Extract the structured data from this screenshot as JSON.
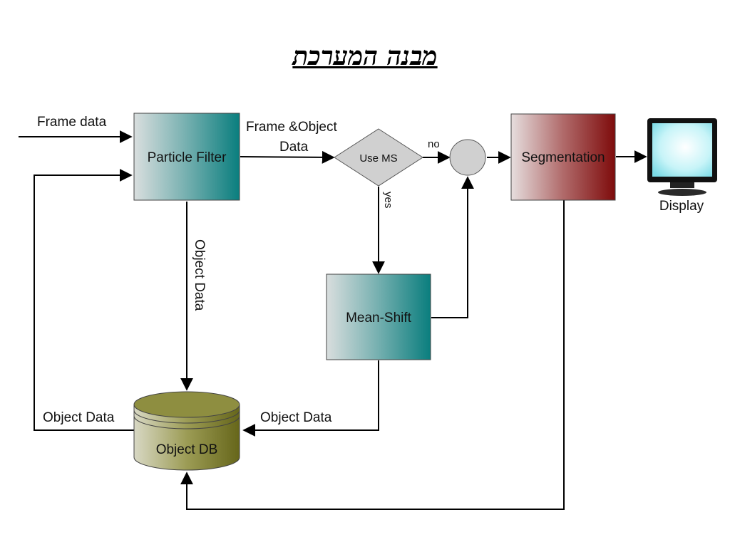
{
  "title": "מבנה המערכת",
  "nodes": {
    "particle_filter": "Particle Filter",
    "use_ms": "Use MS",
    "segmentation": "Segmentation",
    "mean_shift": "Mean-Shift",
    "object_db": "Object DB",
    "display": "Display"
  },
  "edges": {
    "frame_data": "Frame data",
    "frame_object_data_1": "Frame &Object",
    "frame_object_data_2": "Data",
    "no": "no",
    "yes": "yes",
    "object_data_vertical": "Object Data",
    "object_data_left": "Object Data",
    "object_data_from_ms": "Object Data"
  },
  "colors": {
    "teal": "#0b7f7f",
    "maroon": "#8b0e0e",
    "olive": "#6e6e1e",
    "diamond": "#cfcfcf",
    "monitor_screen": "#bff3f7"
  }
}
